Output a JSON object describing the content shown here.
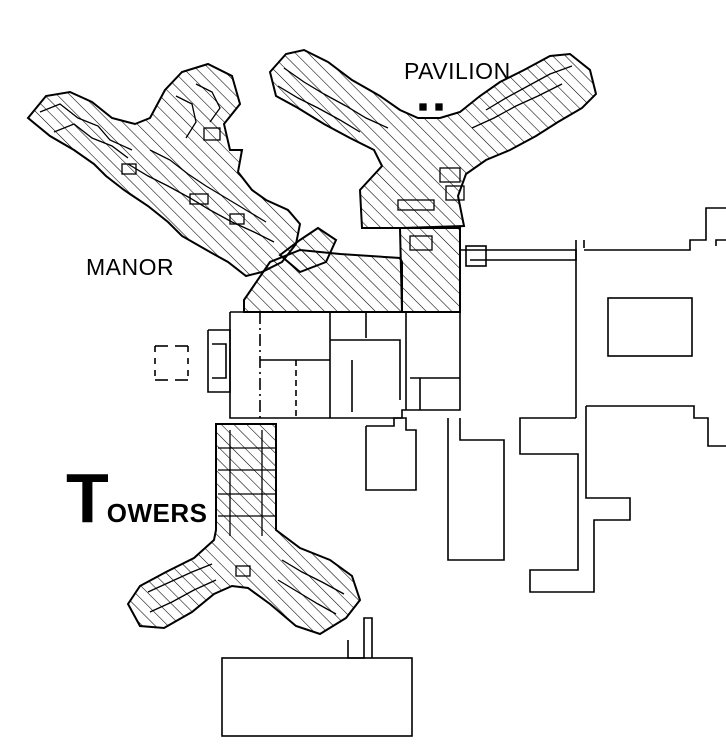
{
  "labels": {
    "pavilion": "PAVILION",
    "manor": "MANOR",
    "towers_initial": "T",
    "towers_rest": "OWERS"
  },
  "colors": {
    "line": "#000000",
    "background": "#ffffff"
  }
}
